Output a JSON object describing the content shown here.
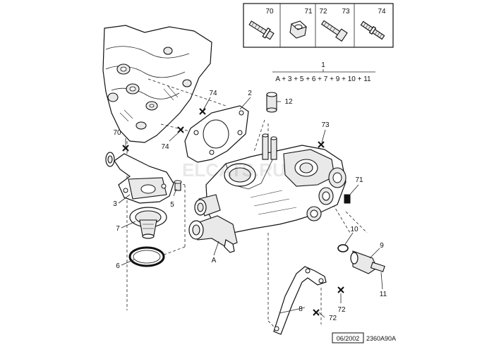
{
  "fastener_legend": {
    "cells": [
      {
        "label": "70",
        "icon": "flange-bolt-icon"
      },
      {
        "label": "71",
        "icon": "hex-nut-icon"
      },
      {
        "label": "72",
        "icon": "bolt-icon"
      },
      {
        "label": "73",
        "icon": "bolt-icon"
      },
      {
        "label": "74",
        "icon": "stud-icon"
      }
    ]
  },
  "kit": {
    "number": "1",
    "contents": "A + 3 + 5 + 6 + 7 + 9 + 10 + 11"
  },
  "callouts": {
    "c2": "2",
    "c3": "3",
    "c5": "5",
    "c6": "6",
    "c7": "7",
    "c8": "8",
    "c9": "9",
    "c10": "10",
    "c11": "11",
    "c12": "12",
    "cA": "A",
    "c70": "70",
    "c71": "71",
    "c72a": "72",
    "c72b": "72",
    "c73": "73",
    "c74a": "74",
    "c74b": "74"
  },
  "watermark": "ELCATS.RU",
  "footer": {
    "date": "06/2002",
    "ref": "2360A90A"
  }
}
